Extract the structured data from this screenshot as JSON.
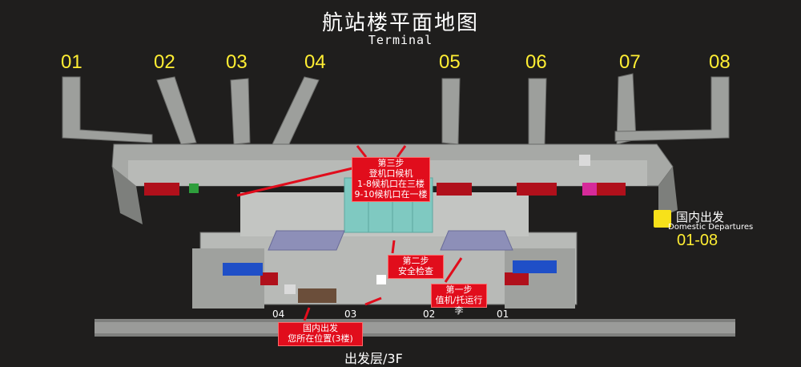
{
  "title": {
    "cn": "航站楼平面地图",
    "en": "Terminal"
  },
  "gates_top": [
    "01",
    "02",
    "03",
    "04",
    "05",
    "06",
    "07",
    "08"
  ],
  "steps": {
    "step3": {
      "lines": [
        "第三步",
        "登机口候机",
        "1-8候机口在三楼",
        "9-10候机口在一楼"
      ]
    },
    "step2": {
      "lines": [
        "第二步",
        "安全检查"
      ]
    },
    "step1": {
      "lines": [
        "第一步",
        "值机/托运行李"
      ]
    },
    "you_are_here": {
      "lines": [
        "国内出发",
        "您所在位置(3楼)"
      ]
    }
  },
  "road_doors": [
    "04",
    "03",
    "02",
    "01"
  ],
  "floor_label": "出发层/3F",
  "legend": {
    "cn": "国内出发",
    "en": "Domestic Departures",
    "gates": "01-08"
  },
  "colors": {
    "accent": "#e10d1c",
    "gate_text": "#ffee33",
    "floor_fill": "#b8bab7",
    "wall": "#8a8c8a",
    "glass": "#7fc9c1",
    "background": "#1f1e1d"
  },
  "icons": [
    "elevator-icon",
    "restroom-icon",
    "escalator-icon",
    "first-aid-icon",
    "info-icon",
    "security-gate-icon",
    "plane-icon"
  ]
}
